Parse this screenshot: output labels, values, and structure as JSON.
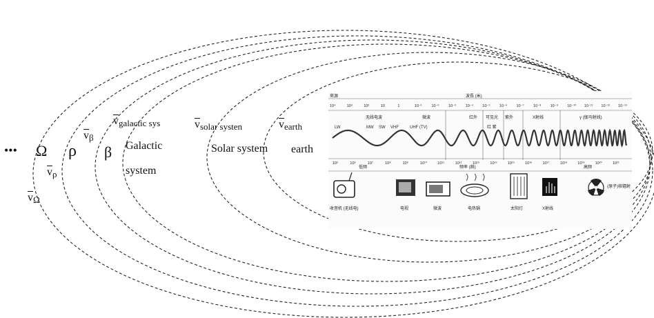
{
  "levels": [
    {
      "symbol": "•••",
      "vec_symbol": "",
      "vec_sub": ""
    },
    {
      "symbol": "Ω",
      "vec_symbol": "v",
      "vec_sub": "Ω"
    },
    {
      "symbol": "ρ",
      "vec_symbol": "v",
      "vec_sub": "ρ"
    },
    {
      "symbol": "β",
      "vec_symbol": "v",
      "vec_sub": "β"
    }
  ],
  "systems": {
    "galactic": {
      "vec_symbol": "v",
      "vec_sub": "galactic sys",
      "name_line1": "Galactic",
      "name_line2": "system"
    },
    "solar": {
      "vec_symbol": "v",
      "vec_sub": "solar systen",
      "name": "Solar system"
    },
    "earth": {
      "vec_symbol": "v",
      "vec_sub": "earth",
      "name": "earth"
    }
  },
  "spectrum": {
    "left_header": "來源",
    "top_header": "波長 (米)",
    "wavelength_ticks": [
      "10⁴",
      "10³",
      "10²",
      "10",
      "1",
      "10⁻¹",
      "10⁻²",
      "10⁻³",
      "10⁻⁴",
      "10⁻⁵",
      "10⁻⁶",
      "10⁻⁷",
      "10⁻⁸",
      "10⁻⁹",
      "10⁻¹⁰",
      "10⁻¹¹",
      "10⁻¹²",
      "10⁻¹³"
    ],
    "band_names": [
      "无线电波",
      "微波",
      "红外",
      "可见光",
      "紫外",
      "X射线",
      "γ (伽马射线)"
    ],
    "radio_sub": [
      "LW",
      "MW",
      "SW",
      "VHF",
      "UHF (TV)"
    ],
    "visible_sub": "红 紫",
    "frequency_ticks": [
      "10⁵",
      "10⁶",
      "10⁷",
      "10⁸",
      "10⁹",
      "10¹⁰",
      "10¹¹",
      "10¹²",
      "10¹³",
      "10¹⁴",
      "10¹⁵",
      "10¹⁶",
      "10¹⁷",
      "10¹⁸",
      "10¹⁹",
      "10²⁰",
      "10²¹"
    ],
    "freq_low": "低频",
    "freq_axis": "频率 (赫)",
    "freq_high": "高频",
    "devices": [
      "收音机 (无线电)",
      "电视",
      "微波",
      "电热锅",
      "太阳灯",
      "X射线",
      "(原子)核辐射"
    ]
  }
}
